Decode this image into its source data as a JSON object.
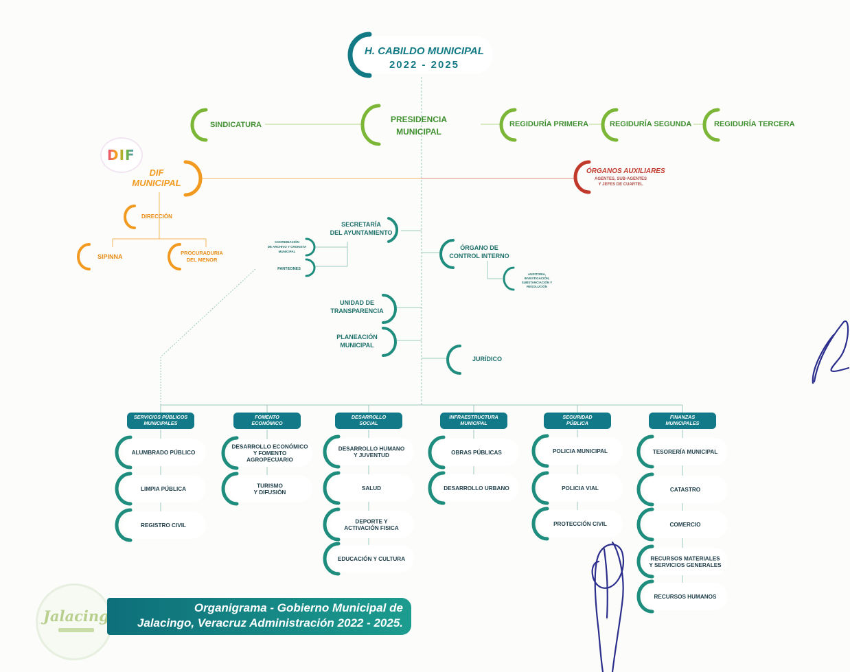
{
  "colors": {
    "teal": "#1f8d7e",
    "green": "#7bb636",
    "orange": "#f29a1f",
    "red": "#c0392b",
    "header_teal": "#117987"
  },
  "top": {
    "cabildo_line1": "H. CABILDO MUNICIPAL",
    "cabildo_line2": "2022 - 2025",
    "presidencia_line1": "PRESIDENCIA",
    "presidencia_line2": "MUNICIPAL",
    "sindicatura": "SINDICATURA",
    "regiduria_1": "REGIDURÍA PRIMERA",
    "regiduria_2": "REGIDURÍA SEGUNDA",
    "regiduria_3": "REGIDURÍA TERCERA"
  },
  "dif": {
    "logo_text": "DIF",
    "title_line1": "DIF",
    "title_line2": "MUNICIPAL",
    "direccion": "DIRECCIÓN",
    "sipinna": "SIPINNA",
    "procuraduria_line1": "PROCURADURIA",
    "procuraduria_line2": "DEL MENOR"
  },
  "organos": {
    "title": "ÓRGANOS AUXILIARES",
    "sub_line1": "AGENTES, SUB-AGENTES",
    "sub_line2": "Y JEFES DE CUARTEL"
  },
  "middle": {
    "secretaria_line1": "SECRETARÍA",
    "secretaria_line2": "DEL AYUNTAMIENTO",
    "coordinacion_line1": "COORDINACIÓN",
    "coordinacion_line2": "DE ARCHIVO Y CRONISTA",
    "coordinacion_line3": "MUNICIPAL",
    "panteones": "PANTEONES",
    "control_line1": "ÓRGANO DE",
    "control_line2": "CONTROL INTERNO",
    "auditoria_line1": "AUDITORIA,",
    "auditoria_line2": "INVESTIGACIÓN,",
    "auditoria_line3": "SUBSTANCIACIÓN Y",
    "auditoria_line4": "RESOLUCIÓN",
    "transparencia_line1": "UNIDAD DE",
    "transparencia_line2": "TRANSPARENCIA",
    "planeacion_line1": "PLANEACIÓN",
    "planeacion_line2": "MUNICIPAL",
    "juridico": "JURÍDICO"
  },
  "departments": [
    {
      "header": [
        "SERVICIOS PÚBLICOS",
        "MUNICIPALES"
      ],
      "items": [
        [
          "ALUMBRADO PÚBLICO"
        ],
        [
          "LIMPIA PÚBLICA"
        ],
        [
          "REGISTRO CIVIL"
        ]
      ]
    },
    {
      "header": [
        "FOMENTO",
        "ECONÓMICO"
      ],
      "items": [
        [
          "DESARROLLO ECONÓMICO",
          "Y FOMENTO",
          "AGROPECUARIO"
        ],
        [
          "TURISMO",
          "Y DIFUSIÓN"
        ]
      ]
    },
    {
      "header": [
        "DESARROLLO",
        "SOCIAL"
      ],
      "items": [
        [
          "DESARROLLO HUMANO",
          "Y JUVENTUD"
        ],
        [
          "SALUD"
        ],
        [
          "DEPORTE Y",
          "ACTIVACIÓN FISICA"
        ],
        [
          "EDUCACIÓN Y CULTURA"
        ]
      ]
    },
    {
      "header": [
        "INFRAESTRUCTURA",
        "MUNICIPAL"
      ],
      "items": [
        [
          "OBRAS PÚBLICAS"
        ],
        [
          "DESARROLLO URBANO"
        ]
      ]
    },
    {
      "header": [
        "SEGURIDAD",
        "PÚBLICA"
      ],
      "items": [
        [
          "POLICIA MUNICIPAL"
        ],
        [
          "POLICIA VIAL"
        ],
        [
          "PROTECCIÓN CIVIL"
        ]
      ]
    },
    {
      "header": [
        "FINANZAS",
        "MUNICIPALES"
      ],
      "items": [
        [
          "TESORERÍA MUNICIPAL"
        ],
        [
          "CATASTRO"
        ],
        [
          "COMERCIO"
        ],
        [
          "RECURSOS MATERIALES",
          "Y SERVICIOS GENERALES"
        ],
        [
          "RECURSOS HUMANOS"
        ]
      ]
    }
  ],
  "banner": {
    "line1": "Organigrama - Gobierno Municipal de",
    "line2": "Jalacingo, Veracruz Administración 2022 - 2025."
  },
  "logo": {
    "text": "Jalacingo"
  }
}
